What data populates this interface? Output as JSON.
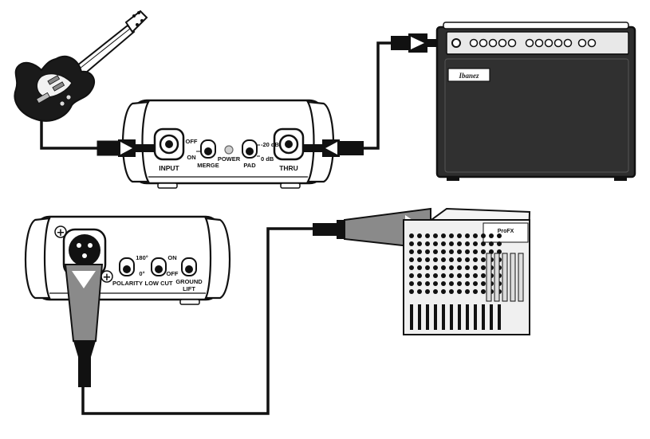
{
  "top_di_box": {
    "input_label": "INPUT",
    "thru_label": "THRU",
    "merge_off_label": "OFF",
    "merge_on_label": "ON",
    "merge_label": "MERGE",
    "power_label": "POWER",
    "pad_label": "PAD",
    "pad_minus20_label": "-20 dB",
    "pad_0_label": "0 dB"
  },
  "bottom_di_box": {
    "xlr_plus_top": "+",
    "xlr_plus_bottom": "+",
    "polarity_180_label": "180°",
    "polarity_0_label": "0°",
    "polarity_label": "POLARITY",
    "lowcut_on_label": "ON",
    "lowcut_off_label": "OFF",
    "lowcut_label": "LOW CUT",
    "ground_lift_line1": "GROUND",
    "ground_lift_line2": "LIFT"
  },
  "amplifier": {
    "brand": "Ibanez"
  },
  "mixer": {
    "brand": "ProFX"
  },
  "colors": {
    "outline": "#111111",
    "cable": "#111111",
    "xlr_body": "#8a8a8a",
    "amp_body": "#2e2e2e"
  }
}
